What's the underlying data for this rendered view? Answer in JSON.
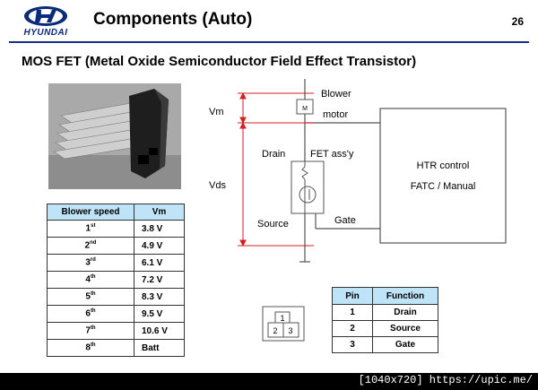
{
  "header": {
    "brand": "HYUNDAI",
    "title": "Components (Auto)",
    "page_number": "26"
  },
  "subtitle": "MOS FET (Metal Oxide Semiconductor Field Effect Transistor)",
  "diagram": {
    "vm_label": "Vm",
    "vds_label": "Vds",
    "blower_label": "Blower",
    "motor_label": "motor",
    "motor_symbol": "M",
    "drain_label": "Drain",
    "fet_label": "FET ass'y",
    "source_label": "Source",
    "gate_label": "Gate",
    "controller_line1": "HTR control",
    "controller_line2": "FATC / Manual"
  },
  "speed_table": {
    "headers": [
      "Blower speed",
      "Vm"
    ],
    "rows": [
      {
        "num": "1",
        "sup": "st",
        "vm": "3.8 V"
      },
      {
        "num": "2",
        "sup": "nd",
        "vm": "4.9 V"
      },
      {
        "num": "3",
        "sup": "rd",
        "vm": "6.1 V"
      },
      {
        "num": "4",
        "sup": "th",
        "vm": "7.2 V"
      },
      {
        "num": "5",
        "sup": "th",
        "vm": "8.3 V"
      },
      {
        "num": "6",
        "sup": "th",
        "vm": "9.5 V"
      },
      {
        "num": "7",
        "sup": "th",
        "vm": "10.6 V"
      },
      {
        "num": "8",
        "sup": "th",
        "vm": "Batt"
      }
    ]
  },
  "connector": {
    "pins": [
      "1",
      "2",
      "3"
    ]
  },
  "pin_table": {
    "headers": [
      "Pin",
      "Function"
    ],
    "rows": [
      {
        "pin": "1",
        "function": "Drain"
      },
      {
        "pin": "2",
        "function": "Source"
      },
      {
        "pin": "3",
        "function": "Gate"
      }
    ]
  },
  "watermark": "[1040x720] https://upic.me/",
  "colors": {
    "brand_blue": "#1a2f8a",
    "table_header": "#bfe3f7",
    "dim_red": "#d42020"
  }
}
